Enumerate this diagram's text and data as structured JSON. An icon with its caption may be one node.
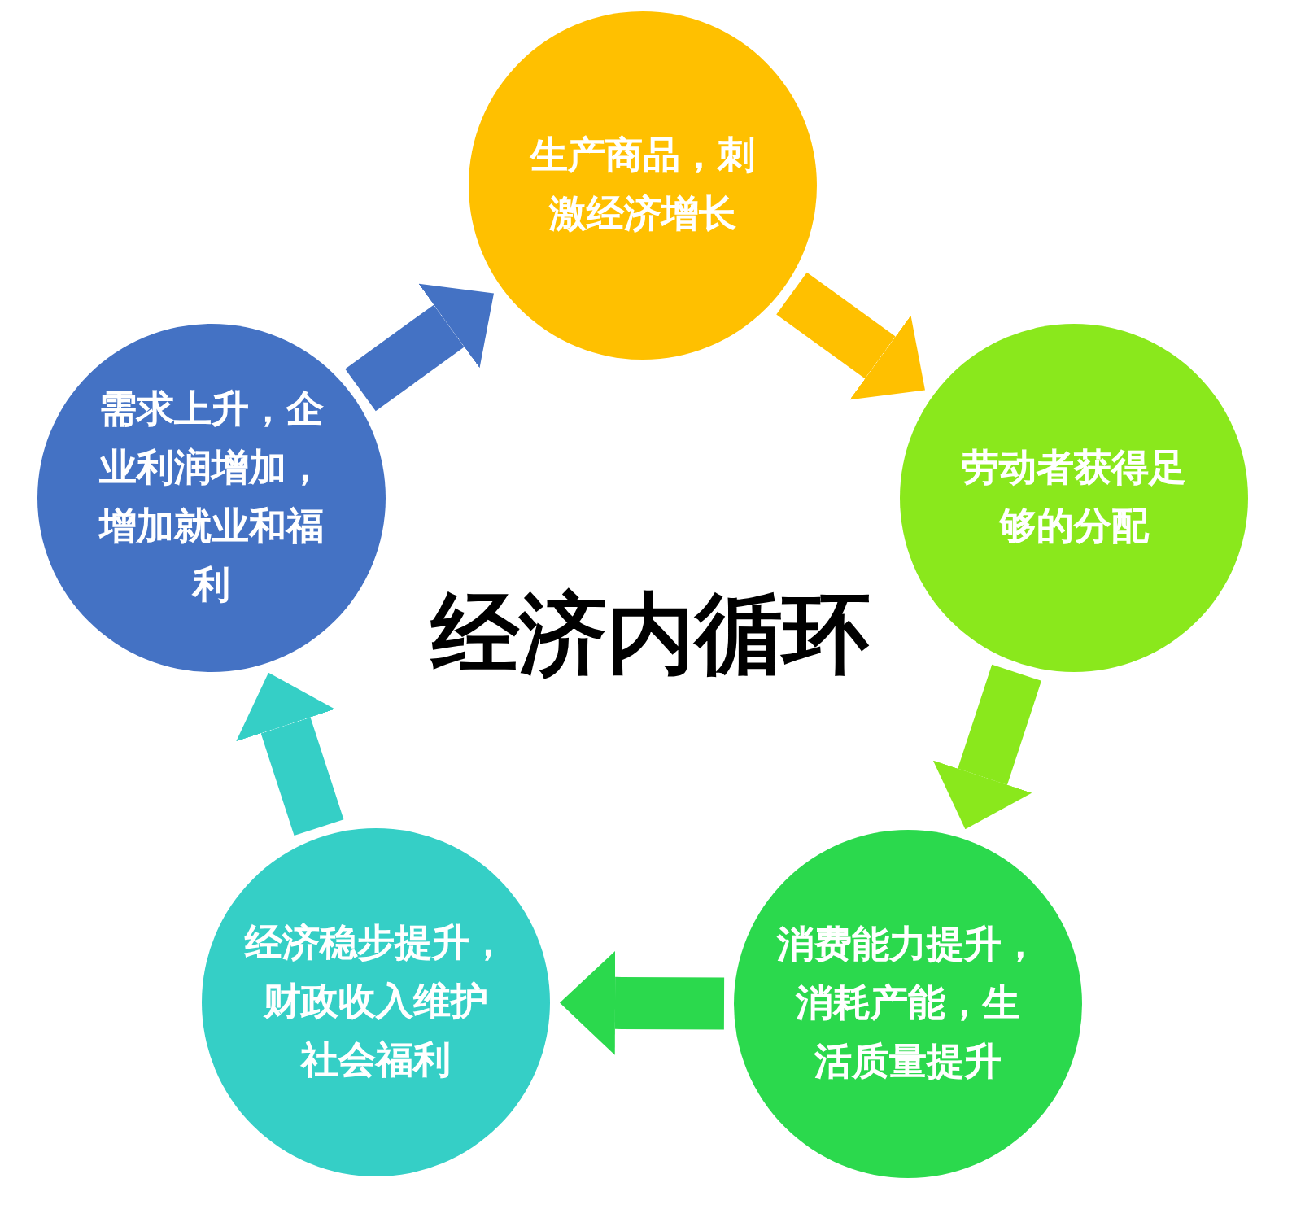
{
  "diagram": {
    "title": "经济内循环",
    "nodes": [
      {
        "text": [
          "生产商品，刺激经济增长"
        ]
      },
      {
        "text": [
          "需求上升，企业利润增加，增加就业和福利"
        ]
      },
      {
        "text": [
          "劳动者获得足够的分配"
        ]
      },
      {
        "text": [
          "经济稳步提升，财政收入维护社会福利"
        ]
      },
      {
        "text": [
          "消费能力提升，消耗产能，生活质量提升"
        ]
      }
    ],
    "edges": [
      {
        "from": 0,
        "to": 2,
        "arrow": "to",
        "color": "#ffc000"
      },
      {
        "from": 2,
        "to": 4,
        "arrow": "to",
        "color": "#8ae81c"
      },
      {
        "from": 4,
        "to": 3,
        "arrow": "to",
        "color": "#2bd94d"
      },
      {
        "from": 3,
        "to": 1,
        "arrow": "to",
        "color": "#35cfc6"
      },
      {
        "from": 1,
        "to": 0,
        "arrow": "to",
        "color": "#4472c4"
      }
    ]
  }
}
